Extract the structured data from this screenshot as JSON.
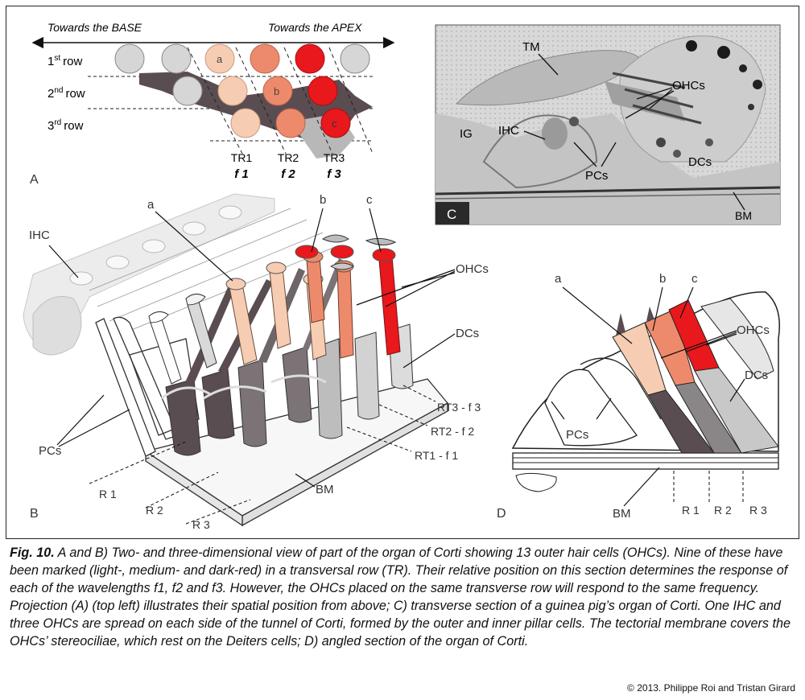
{
  "panelA": {
    "base_label": "Towards the BASE",
    "apex_label": "Towards the APEX",
    "rows": [
      {
        "num": "1",
        "sup": "st",
        "word": "row"
      },
      {
        "num": "2",
        "sup": "nd",
        "word": "row"
      },
      {
        "num": "3",
        "sup": "rd",
        "word": "row"
      }
    ],
    "cell_a": "a",
    "cell_b": "b",
    "cell_c": "c",
    "tr": [
      {
        "label": "TR1",
        "freq": "f 1"
      },
      {
        "label": "TR2",
        "freq": "f 2"
      },
      {
        "label": "TR3",
        "freq": "f 3"
      }
    ],
    "letter": "A"
  },
  "panelB": {
    "letter": "B",
    "ihc": "IHC",
    "a": "a",
    "b": "b",
    "c": "c",
    "ohcs": "OHCs",
    "dcs": "DCs",
    "pcs": "PCs",
    "bm": "BM",
    "rt3": "RT3 - f 3",
    "rt2": "RT2 - f 2",
    "rt1": "RT1 - f 1",
    "r1": "R 1",
    "r2": "R 2",
    "r3": "R 3"
  },
  "panelC": {
    "letter": "C",
    "tm": "TM",
    "ohcs": "OHCs",
    "ig": "IG",
    "ihc": "IHC",
    "pcs": "PCs",
    "dcs": "DCs",
    "bm": "BM"
  },
  "panelD": {
    "letter": "D",
    "a": "a",
    "b": "b",
    "c": "c",
    "ohcs": "OHCs",
    "dcs": "DCs",
    "pcs": "PCs",
    "bm": "BM",
    "r1": "R 1",
    "r2": "R 2",
    "r3": "R 3"
  },
  "caption": {
    "fig_label": "Fig. 10.",
    "text": " A and B) Two- and three-dimensional view of part of the organ of Corti showing 13 outer hair cells (OHCs). Nine of these have been marked (light-, medium- and dark-red) in a transversal row (TR). Their relative position on this section determines the response of each of the wavelengths f1, f2 and f3. However, the OHCs placed on the same transverse row will respond to the same frequency. Projection (A) (top left) illustrates their spatial position from above; C) transverse section of a guinea pig’s organ of Corti. One IHC and three OHCs are spread on each side of the tunnel of Corti, formed by the outer and inner pillar cells. The tectorial membrane covers the OHCs’ stereociliae, which rest on the Deiters cells; D) angled section of the organ of Corti."
  },
  "copyright": "© 2013. Philippe Roi and Tristan Girard",
  "colors": {
    "light_red": "#f6cdb2",
    "medium_red": "#ee8a6c",
    "dark_red": "#e8181c",
    "grey_cell": "#d9d9d9",
    "dark_support": "#5a4d52"
  }
}
